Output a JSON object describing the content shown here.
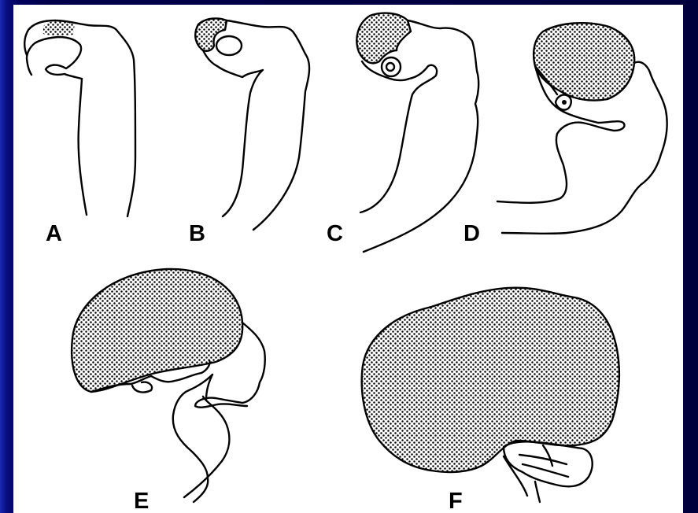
{
  "colors": {
    "background": "#00004a",
    "panel": "#ffffff",
    "ink": "#000000"
  },
  "panels": [
    {
      "id": "A",
      "label": "A"
    },
    {
      "id": "B",
      "label": "B"
    },
    {
      "id": "C",
      "label": "C"
    },
    {
      "id": "D",
      "label": "D"
    },
    {
      "id": "E",
      "label": "E"
    },
    {
      "id": "F",
      "label": "F"
    }
  ]
}
